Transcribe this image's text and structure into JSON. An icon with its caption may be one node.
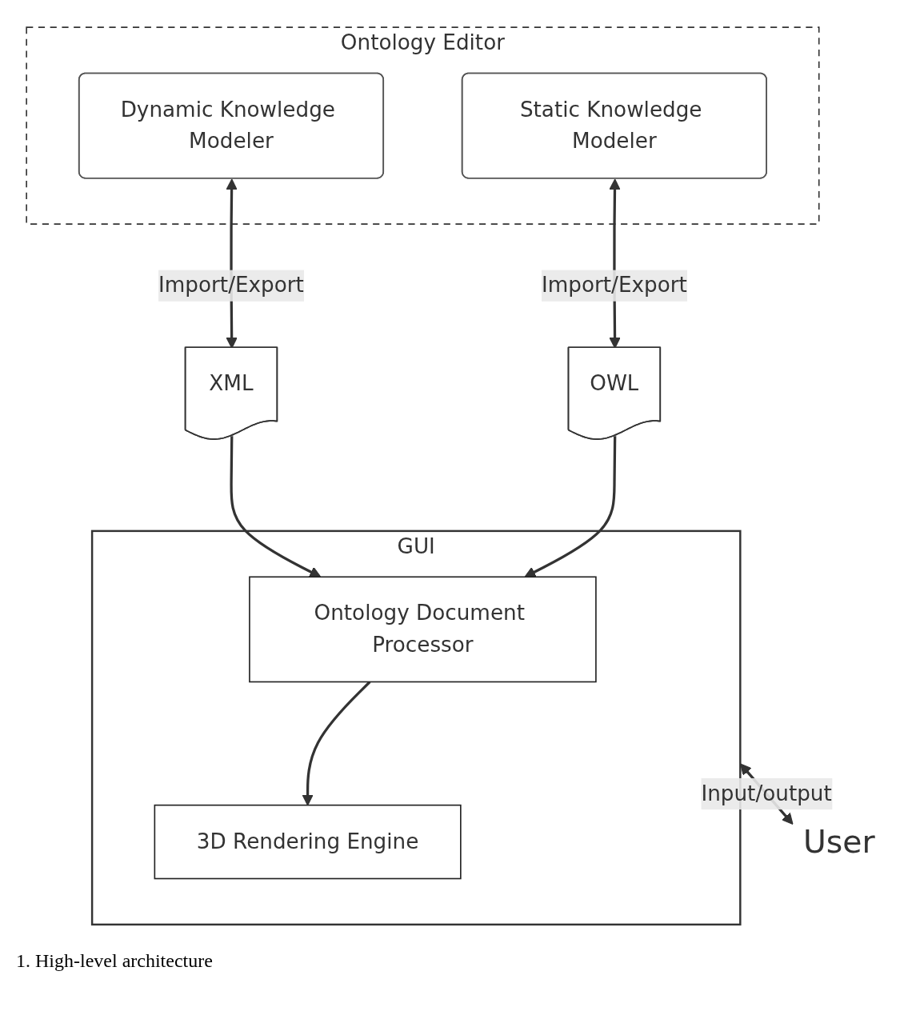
{
  "diagram": {
    "caption": "1. High-level architecture",
    "nodes": [
      {
        "text": [
          "Ontology Editor"
        ]
      },
      {
        "text": [
          "Dynamic Knowledge Modeler"
        ],
        "in": 0
      },
      {
        "text": [
          "Static Knowledge Modeler"
        ],
        "in": 0
      },
      {
        "text": [
          "XML"
        ]
      },
      {
        "text": [
          "OWL"
        ]
      },
      {
        "text": [
          "GUI"
        ]
      },
      {
        "text": [
          "Ontology Document Processor"
        ],
        "in": 5
      },
      {
        "text": [
          "3D Rendering Engine"
        ],
        "in": 5
      },
      {
        "text": [
          "User"
        ]
      }
    ],
    "edges": [
      {
        "from": 1,
        "to": 3,
        "arrow": "both",
        "label": "Import/Export"
      },
      {
        "from": 2,
        "to": 4,
        "arrow": "both",
        "label": "Import/Export"
      },
      {
        "from": 3,
        "to": 6,
        "arrow": "to"
      },
      {
        "from": 4,
        "to": 6,
        "arrow": "to"
      },
      {
        "from": 6,
        "to": 7,
        "arrow": "to"
      },
      {
        "from": 5,
        "to": 8,
        "arrow": "both",
        "label": "Input/output"
      }
    ]
  }
}
